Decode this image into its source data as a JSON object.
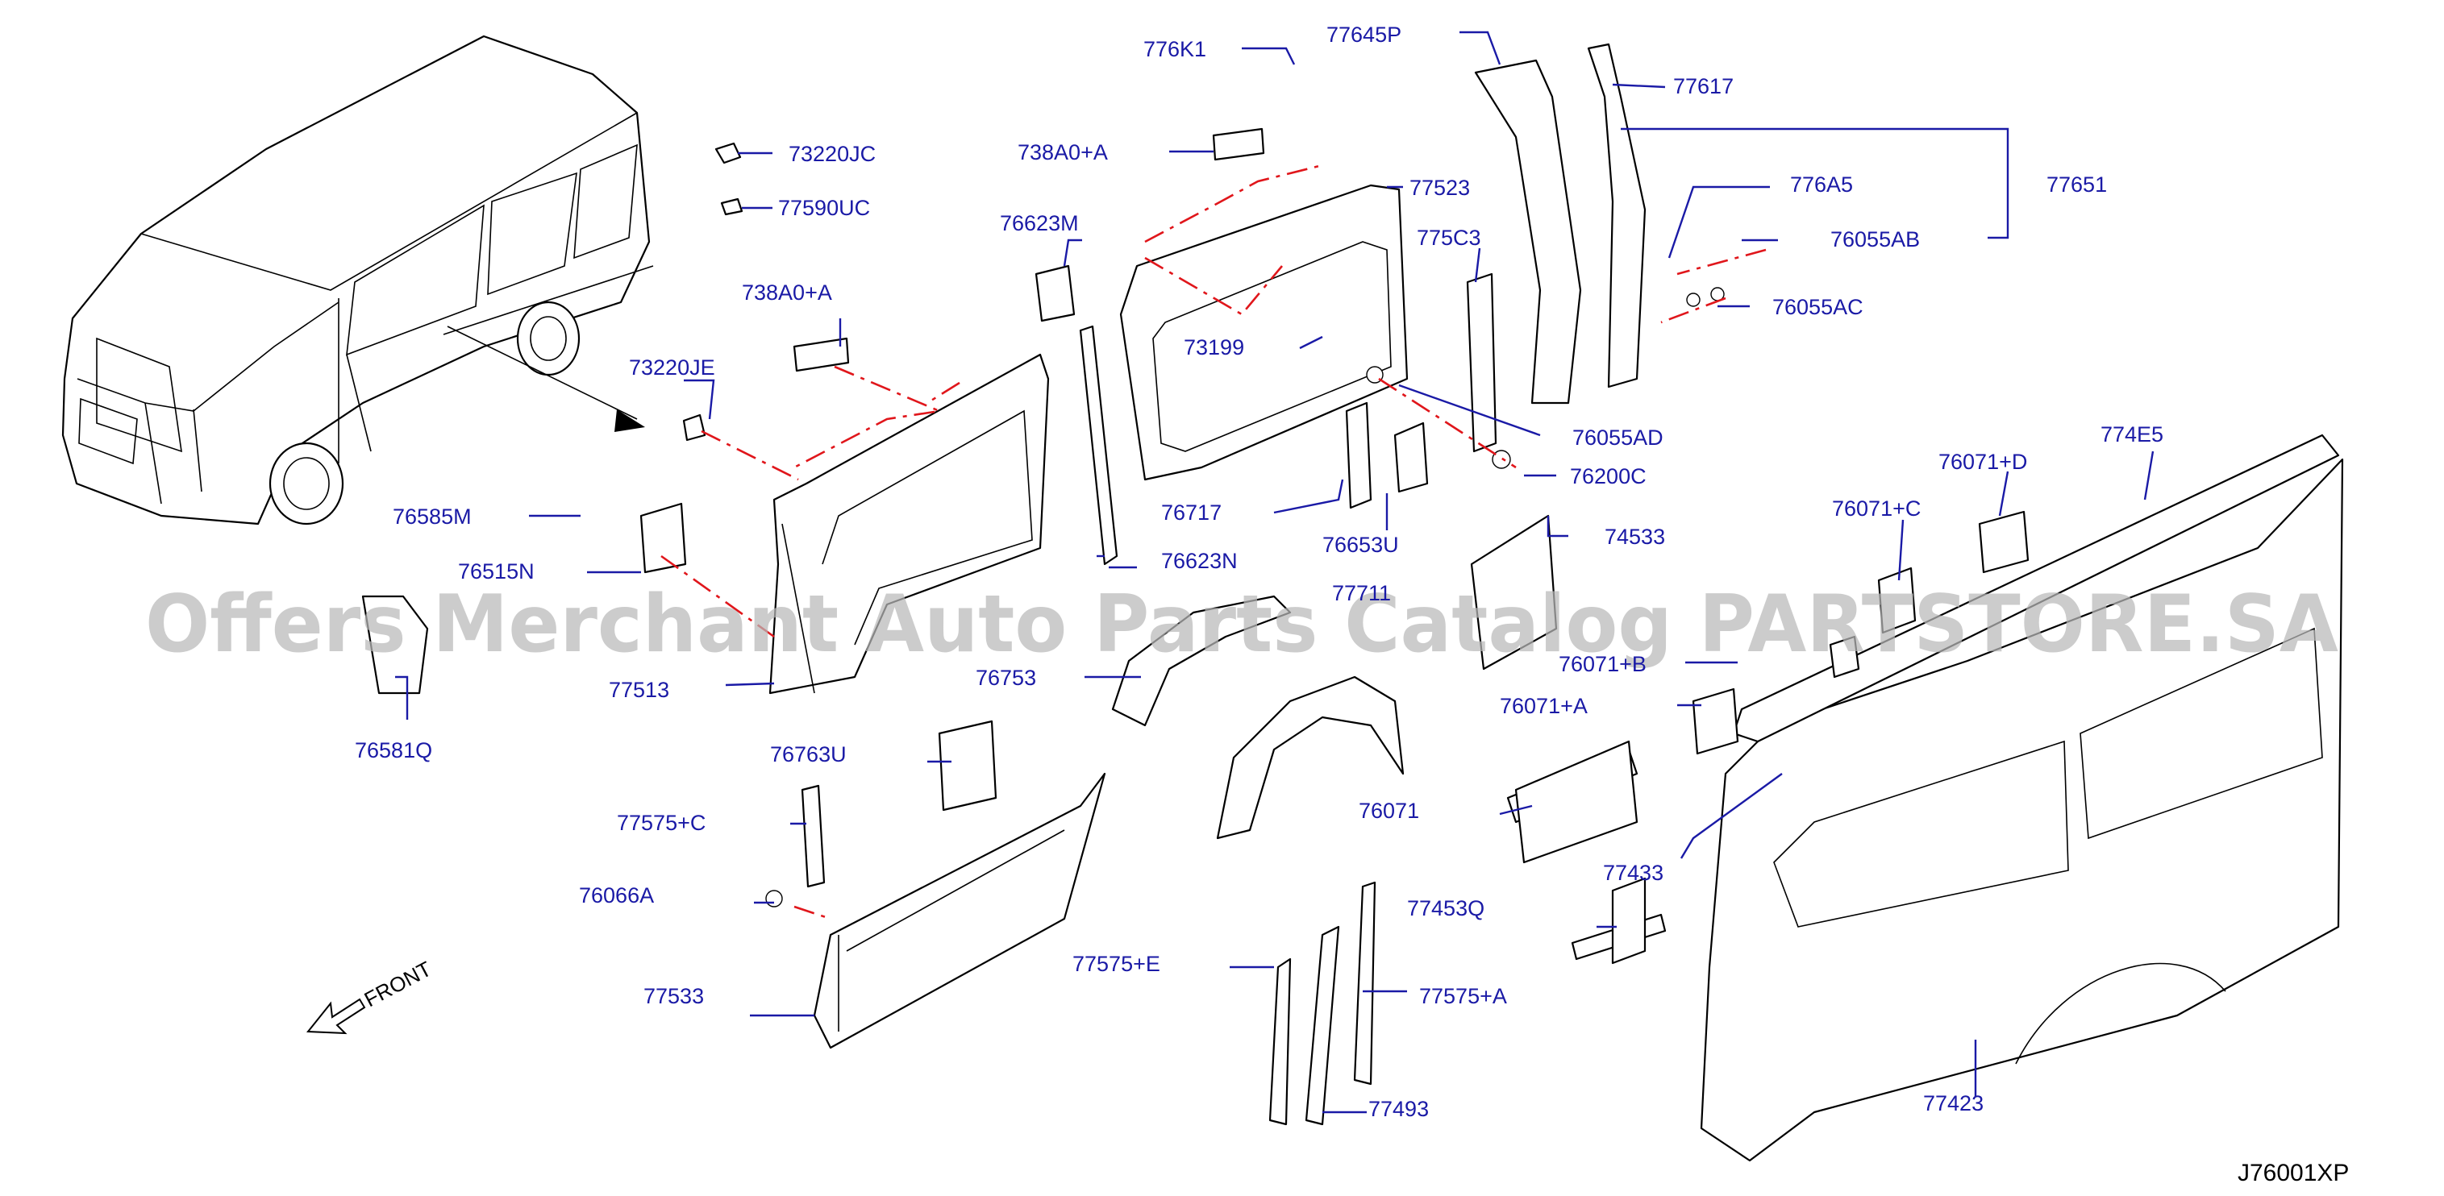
{
  "diagram": {
    "watermark": "Offers Merchant Auto Parts Catalog PARTSTORE.SA",
    "reference_code": "J76001XP",
    "front_indicator": "FRONT",
    "labels": {
      "p776K1": "776K1",
      "p77645P": "77645P",
      "p77617": "77617",
      "p73220JC": "73220JC",
      "p738A0A1": "738A0+A",
      "p77590UC": "77590UC",
      "p77523": "77523",
      "p776A5": "776A5",
      "p77651": "77651",
      "p76055AB": "76055AB",
      "p76623M": "76623M",
      "p775C3": "775C3",
      "p738A0A2": "738A0+A",
      "p76055AC": "76055AC",
      "p73199": "73199",
      "p73220JE": "73220JE",
      "p76055AD": "76055AD",
      "p76200C": "76200C",
      "p774E5": "774E5",
      "p76071D": "76071+D",
      "p76585M": "76585M",
      "p76717": "76717",
      "p76071C": "76071+C",
      "p76653U": "76653U",
      "p74533": "74533",
      "p76515N": "76515N",
      "p76623N": "76623N",
      "p77711": "77711",
      "p76071B": "76071+B",
      "p76753": "76753",
      "p77513": "77513",
      "p76071A": "76071+A",
      "p76581Q": "76581Q",
      "p76763U": "76763U",
      "p76071": "76071",
      "p77575C": "77575+C",
      "p77433": "77433",
      "p76066A": "76066A",
      "p77453Q": "77453Q",
      "p77575E": "77575+E",
      "p77575A": "77575+A",
      "p77533": "77533",
      "p77423": "77423",
      "p77493": "77493"
    }
  }
}
